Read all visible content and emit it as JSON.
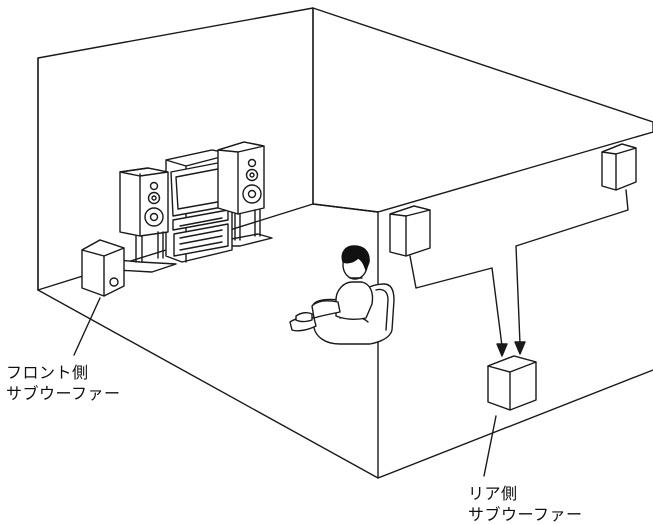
{
  "labels": {
    "front_subwoofer": {
      "line1": "フロント側",
      "line2": "サブウーファー"
    },
    "rear_subwoofer": {
      "line1": "リア側",
      "line2": "サブウーファー"
    }
  },
  "colors": {
    "line": "#1a1a1a",
    "background": "#ffffff",
    "hair": "#111111"
  }
}
